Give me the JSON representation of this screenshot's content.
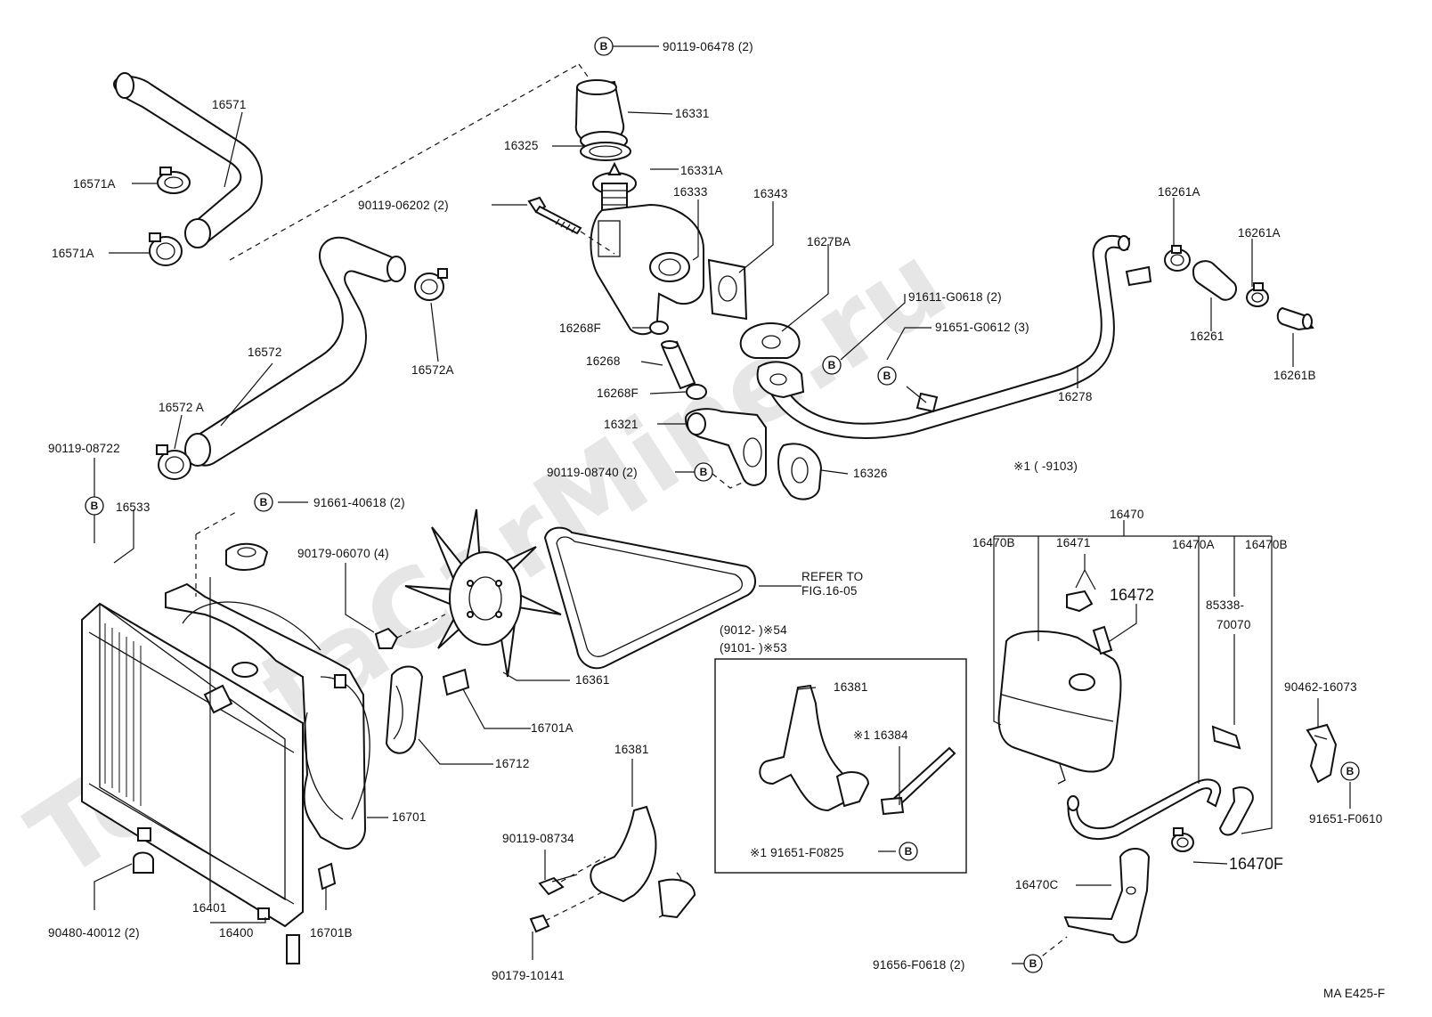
{
  "watermark": "ToyotaCarMine.ru",
  "figure_code": "MA E425-F",
  "b_marker": "B",
  "labels": {
    "l90119_06478": "90119-06478 (2)",
    "l16331": "16331",
    "l16325": "16325",
    "l16331A": "16331A",
    "l16333": "16333",
    "l16343": "16343",
    "l90119_06202": "90119-06202 (2)",
    "l16571": "16571",
    "l16571A_1": "16571A",
    "l16571A_2": "16571A",
    "l16572": "16572",
    "l16572A_1": "16572A",
    "l16572A_2": "16572 A",
    "l1627BA": "1627BA",
    "l91611_G0618": "91611-G0618 (2)",
    "l91651_G0612": "91651-G0612 (3)",
    "l16261A_1": "16261A",
    "l16261A_2": "16261A",
    "l16261": "16261",
    "l16261B": "16261B",
    "l16278": "16278",
    "l16268F_1": "16268F",
    "l16268": "16268",
    "l16268F_2": "16268F",
    "l16321": "16321",
    "l90119_08740": "90119-08740 (2)",
    "l16326": "16326",
    "l90119_08722": "90119-08722",
    "l16533": "16533",
    "l91661_40618": "91661-40618 (2)",
    "l90179_06070": "90179-06070 (4)",
    "l_refer_1": "REFER TO",
    "l_refer_2": "FIG.16-05",
    "l16361": "16361",
    "l16701A": "16701A",
    "l16712": "16712",
    "l16701": "16701",
    "l16401": "16401",
    "l16400": "16400",
    "l90480_40012": "90480-40012 (2)",
    "l16701B": "16701B",
    "l16381_1": "16381",
    "l90119_08734": "90119-08734",
    "l90179_10141": "90179-10141",
    "l_range1": "(9012-        )※54",
    "l_range2": "(9101-        )※53",
    "l16381_2": "16381",
    "l16384": "※1 16384",
    "l91651_F0825": "※1 91651-F0825",
    "l_note": "※1 (        -9103)",
    "l16470": "16470",
    "l16470B_1": "16470B",
    "l16471": "16471",
    "l16470A": "16470A",
    "l16470B_2": "16470B",
    "l16472": "16472",
    "l85338": "85338-",
    "l70070": "70070",
    "l90462_16073": "90462-16073",
    "l91651_F0610": "91651-F0610",
    "l16470F": "16470F",
    "l16470C": "16470C",
    "l91656_F0618": "91656-F0618 (2)"
  }
}
